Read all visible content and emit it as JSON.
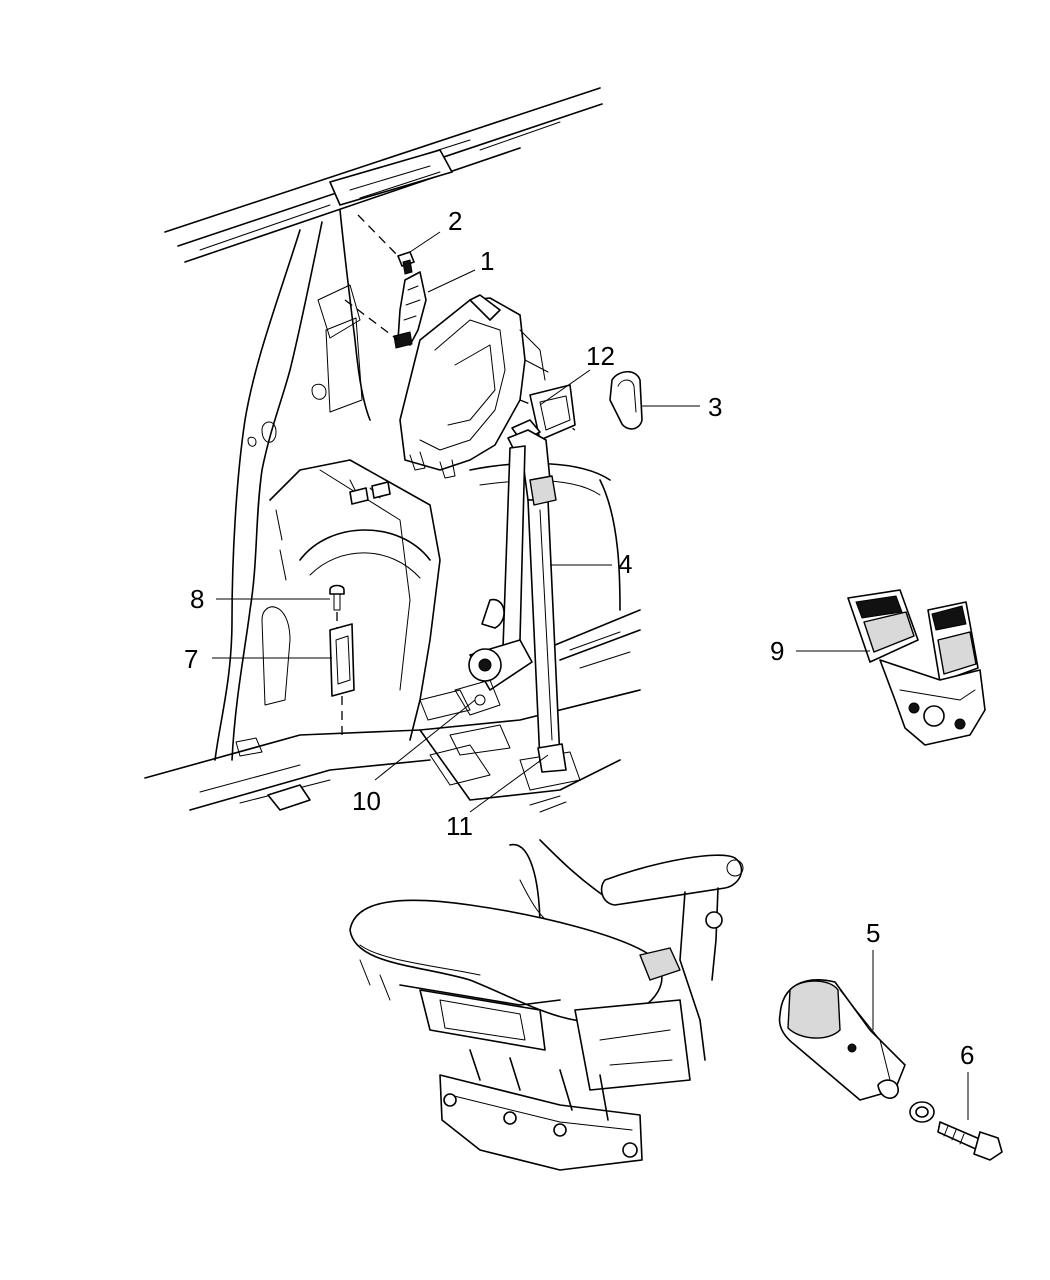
{
  "callouts": [
    {
      "number": "1",
      "part": "part-1-guide-loop"
    },
    {
      "number": "2",
      "part": "part-2-anchor-bolt"
    },
    {
      "number": "3",
      "part": "part-3-cover-cap"
    },
    {
      "number": "4",
      "part": "part-4-seat-belt"
    },
    {
      "number": "5",
      "part": "part-5-buckle"
    },
    {
      "number": "6",
      "part": "part-6-bolt"
    },
    {
      "number": "7",
      "part": "part-7-bracket"
    },
    {
      "number": "8",
      "part": "part-8-screw"
    },
    {
      "number": "9",
      "part": "part-9-buckle-assembly"
    },
    {
      "number": "10",
      "part": "part-10-retractor"
    },
    {
      "number": "11",
      "part": "part-11-anchor"
    },
    {
      "number": "12",
      "part": "part-12-trim-panel"
    }
  ],
  "colors": {
    "line": "#000000",
    "background": "#ffffff",
    "shade": "#d9d9d9"
  }
}
